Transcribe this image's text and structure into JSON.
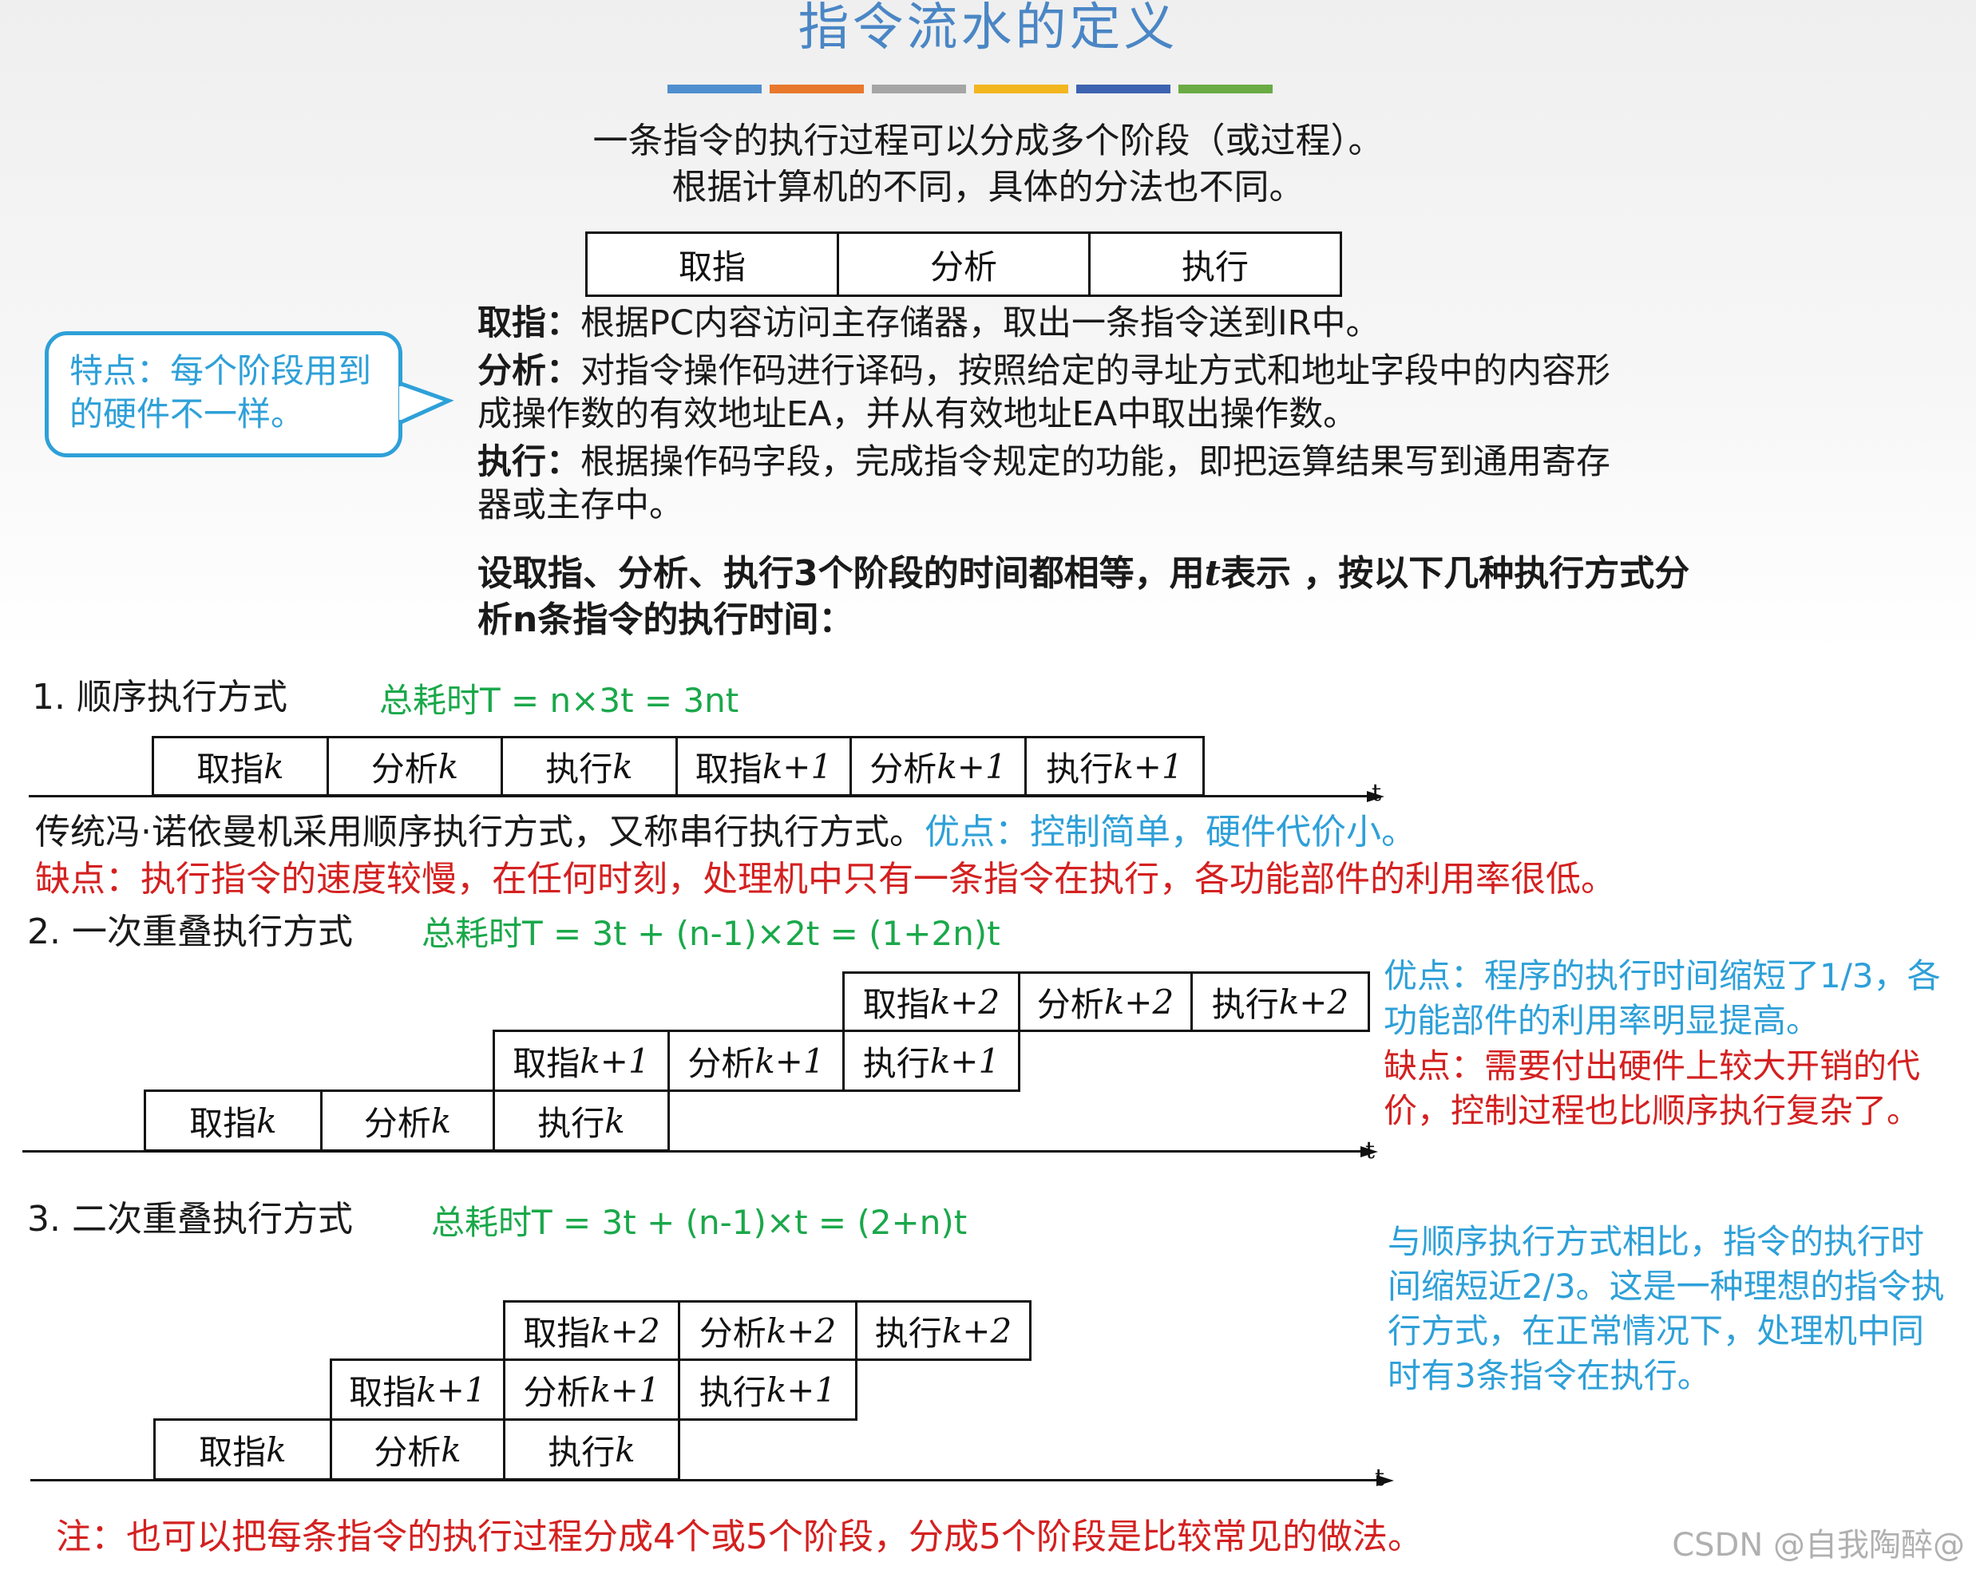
{
  "title": "指令流水的定义",
  "stripe_colors": [
    "#4f8fcf",
    "#e8782c",
    "#a5a5a5",
    "#f2b61e",
    "#3d62b0",
    "#6aab43"
  ],
  "intro": {
    "line1": "一条指令的执行过程可以分成多个阶段（或过程）。",
    "line2": "根据计算机的不同，具体的分法也不同。"
  },
  "stages_table": [
    "取指",
    "分析",
    "执行"
  ],
  "definitions": {
    "fetch_label": "取指：",
    "fetch_text": "根据PC内容访问主存储器，取出一条指令送到IR中。",
    "analyze_label": "分析：",
    "analyze_text": "对指令操作码进行译码，按照给定的寻址方式和地址字段中的内容形成操作数的有效地址EA，并从有效地址EA中取出操作数。",
    "exec_label": "执行：",
    "exec_text": "根据操作码字段，完成指令规定的功能，即把运算结果写到通用寄存器或主存中。"
  },
  "callout": "特点：每个阶段用到的硬件不一样。",
  "assumption": {
    "part1": "设取指、分析、执行3个阶段的时间都相等，用",
    "t": "t",
    "part2": "表示 ，按以下几种执行方式分析n条指令的执行时间："
  },
  "section1": {
    "label": "1. 顺序执行方式",
    "formula": "总耗时T = n×3t = 3nt",
    "boxes": [
      {
        "base": "取指",
        "sub": "k"
      },
      {
        "base": "分析",
        "sub": "k"
      },
      {
        "base": "执行",
        "sub": "k"
      },
      {
        "base": "取指",
        "sub": "k+1"
      },
      {
        "base": "分析",
        "sub": "k+1"
      },
      {
        "base": "执行",
        "sub": "k+1"
      }
    ],
    "axis_label": "t",
    "desc_dark": "传统冯·诺依曼机采用顺序执行方式，又称串行执行方式。",
    "desc_blue": "优点：控制简单，硬件代价小。",
    "desc_red": "缺点：执行指令的速度较慢，在任何时刻，处理机中只有一条指令在执行，各功能部件的利用率很低。"
  },
  "section2": {
    "label": "2. 一次重叠执行方式",
    "formula": "总耗时T = 3t + (n-1)×2t = (1+2n)t",
    "row_top": [
      {
        "base": "取指",
        "sub": "k+2"
      },
      {
        "base": "分析",
        "sub": "k+2"
      },
      {
        "base": "执行",
        "sub": "k+2"
      }
    ],
    "row_mid": [
      {
        "base": "取指",
        "sub": "k+1"
      },
      {
        "base": "分析",
        "sub": "k+1"
      },
      {
        "base": "执行",
        "sub": "k+1"
      }
    ],
    "row_bot": [
      {
        "base": "取指",
        "sub": "k"
      },
      {
        "base": "分析",
        "sub": "k"
      },
      {
        "base": "执行",
        "sub": "k"
      }
    ],
    "axis_label": "t",
    "adv": "优点：程序的执行时间缩短了1/3，各功能部件的利用率明显提高。",
    "dis": "缺点：需要付出硬件上较大开销的代价，控制过程也比顺序执行复杂了。"
  },
  "section3": {
    "label": "3. 二次重叠执行方式",
    "formula": "总耗时T = 3t + (n-1)×t = (2+n)t",
    "row_top": [
      {
        "base": "取指",
        "sub": "k+2"
      },
      {
        "base": "分析",
        "sub": "k+2"
      },
      {
        "base": "执行",
        "sub": "k+2"
      }
    ],
    "row_mid": [
      {
        "base": "取指",
        "sub": "k+1"
      },
      {
        "base": "分析",
        "sub": "k+1"
      },
      {
        "base": "执行",
        "sub": "k+1"
      }
    ],
    "row_bot": [
      {
        "base": "取指",
        "sub": "k"
      },
      {
        "base": "分析",
        "sub": "k"
      },
      {
        "base": "执行",
        "sub": "k"
      }
    ],
    "axis_label": "t",
    "note": "与顺序执行方式相比，指令的执行时间缩短近2/3。这是一种理想的指令执行方式，在正常情况下，处理机中同时有3条指令在执行。"
  },
  "footnote": "注：也可以把每条指令的执行过程分成4个或5个阶段，分成5个阶段是比较常见的做法。",
  "watermark": "CSDN @自我陶醉@"
}
